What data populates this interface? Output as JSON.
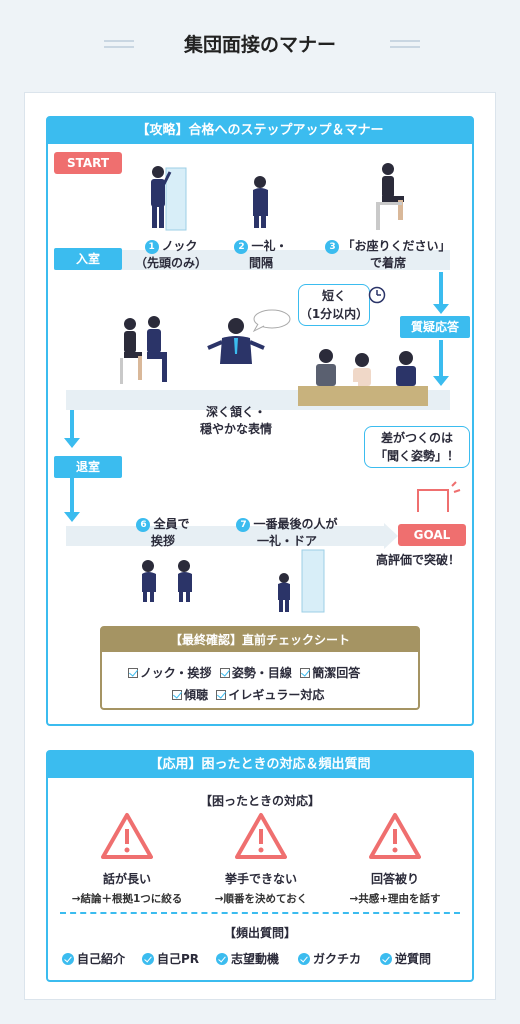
{
  "page_title": "集団面接のマナー",
  "panel1": {
    "header": "【攻略】合格へのステップアップ＆マナー",
    "start": "START",
    "enter": "入室",
    "steps": [
      {
        "num": "1",
        "line1": "ノック",
        "line2": "（先頭のみ）"
      },
      {
        "num": "2",
        "line1": "一礼・",
        "line2": "間隔"
      },
      {
        "num": "3",
        "line1": "「お座りください」",
        "line2": "で着席"
      }
    ],
    "qa_label": "質疑応答",
    "short_bubble": [
      "短く",
      "（1分以内）"
    ],
    "nod_text": [
      "深く頷く・",
      "穏やかな表情"
    ],
    "diff_bubble": [
      "差がつくのは",
      "「聞く姿勢」！"
    ],
    "exit": "退室",
    "steps2": [
      {
        "num": "6",
        "line1": "全員で",
        "line2": "挨拶"
      },
      {
        "num": "7",
        "line1": "一番最後の人が",
        "line2": "一礼・ドア"
      }
    ],
    "goal": "GOAL",
    "goal_text": "高評価で突破！",
    "checksheet": {
      "header": "【最終確認】直前チェックシート",
      "row1": [
        "ノック・挨拶",
        "姿勢・目線",
        "簡潔回答"
      ],
      "row2": [
        "傾聴",
        "イレギュラー対応"
      ]
    }
  },
  "panel2": {
    "header": "【応用】困ったときの対応＆頻出質問",
    "trouble_title": "【困ったときの対応】",
    "troubles": [
      {
        "name": "話が長い",
        "desc": "→結論＋根拠1つに絞る"
      },
      {
        "name": "挙手できない",
        "desc": "→順番を決めておく"
      },
      {
        "name": "回答被り",
        "desc": "→共感+理由を話す"
      }
    ],
    "faq_title": "【頻出質問】",
    "faqs": [
      "自己紹介",
      "自己PR",
      "志望動機",
      "ガクチカ",
      "逆質問"
    ]
  },
  "colors": {
    "accent": "#3bbcef",
    "red": "#ef6f6f",
    "gold": "#a59463",
    "navy": "#2b3468"
  }
}
